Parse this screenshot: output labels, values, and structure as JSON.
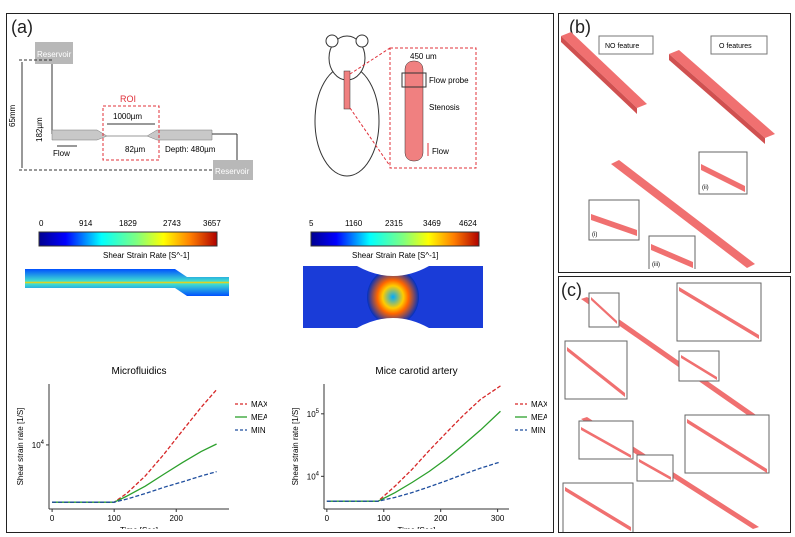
{
  "panel_a": {
    "label": "(a)",
    "schematic": {
      "reservoir_top": "Reservoir",
      "reservoir_bottom": "Reservoir",
      "height_label": "65mm",
      "channel_height": "182µm",
      "flow": "Flow",
      "roi": "ROI",
      "roi_width": "1000µm",
      "constriction": "82µm",
      "depth": "Depth: 480µm"
    },
    "mouse": {
      "width_label": "450 um",
      "flow_probe": "Flow probe",
      "stenosis": "Stenosis",
      "flow": "Flow"
    },
    "colorbar_left": {
      "ticks": [
        "0",
        "914",
        "1829",
        "2743",
        "3657"
      ],
      "title": "Shear Strain Rate [S^-1]"
    },
    "colorbar_right": {
      "ticks": [
        "5",
        "1160",
        "2315",
        "3469",
        "4624"
      ],
      "title": "Shear Strain Rate [S^-1]"
    }
  },
  "panel_b": {
    "label": "(b)",
    "no_feature": "NO feature",
    "o_features": "O features",
    "insets": [
      "(i)",
      "(ii)",
      "(iii)"
    ]
  },
  "panel_c": {
    "label": "(c)"
  },
  "chart_data": [
    {
      "type": "line",
      "title": "Microfluidics",
      "xlabel": "Time [Sec]",
      "ylabel": "Shear strain rate [1/S]",
      "xticks": [
        "0",
        "100",
        "200"
      ],
      "yticks": [
        "10^4"
      ],
      "legend": [
        "MAX",
        "MEAN",
        "MIN"
      ],
      "legend_position": "right",
      "x": [
        0,
        50,
        100,
        120,
        150,
        180,
        210,
        240,
        265
      ],
      "series": [
        {
          "name": "MAX",
          "color": "#d62728",
          "dash": "dashed",
          "values": [
            3000,
            3000,
            3000,
            3600,
            5200,
            8200,
            13500,
            22000,
            32000
          ]
        },
        {
          "name": "MEAN",
          "color": "#2ca02c",
          "dash": "solid",
          "values": [
            3000,
            3000,
            3000,
            3400,
            4200,
            5400,
            6900,
            8700,
            10200
          ]
        },
        {
          "name": "MIN",
          "color": "#1f4e9e",
          "dash": "dashed",
          "values": [
            3000,
            3000,
            3000,
            3200,
            3600,
            4100,
            4600,
            5200,
            5700
          ]
        }
      ]
    },
    {
      "type": "line",
      "title": "Mice carotid artery",
      "xlabel": "Time [Sec]",
      "ylabel": "Shear strain rate [1/S]",
      "xticks": [
        "0",
        "100",
        "200",
        "300"
      ],
      "yticks": [
        "10^4",
        "10^5"
      ],
      "legend": [
        "MAX",
        "MEAN",
        "MIN"
      ],
      "legend_position": "right",
      "x": [
        0,
        50,
        90,
        120,
        150,
        180,
        210,
        240,
        270,
        305
      ],
      "series": [
        {
          "name": "MAX",
          "color": "#d62728",
          "dash": "dashed",
          "values": [
            4000,
            4000,
            4000,
            7000,
            13000,
            26000,
            50000,
            95000,
            170000,
            280000
          ]
        },
        {
          "name": "MEAN",
          "color": "#2ca02c",
          "dash": "solid",
          "values": [
            4000,
            4000,
            4000,
            5500,
            8000,
            12000,
            19000,
            32000,
            55000,
            110000
          ]
        },
        {
          "name": "MIN",
          "color": "#1f4e9e",
          "dash": "dashed",
          "values": [
            4000,
            4000,
            4000,
            4600,
            5500,
            6800,
            8500,
            10800,
            13500,
            17000
          ]
        }
      ]
    }
  ]
}
